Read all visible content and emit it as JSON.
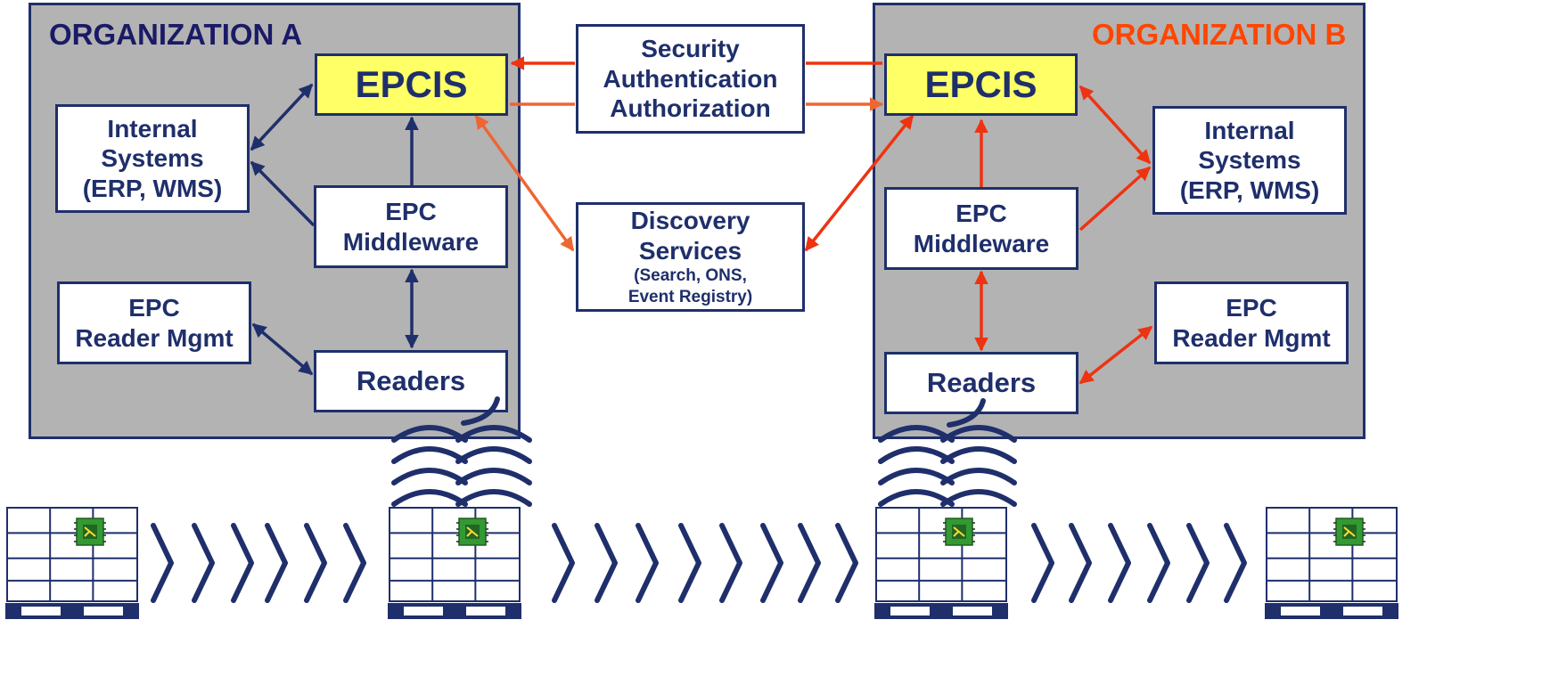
{
  "orgA": {
    "title": "ORGANIZATION A",
    "title_color": "#1a1a66",
    "epcis": "EPCIS",
    "internal": [
      "Internal",
      "Systems",
      "(ERP, WMS)"
    ],
    "middleware": [
      "EPC",
      "Middleware"
    ],
    "reader_mgmt": [
      "EPC",
      "Reader Mgmt"
    ],
    "readers": "Readers",
    "arrow_color": "#1f2f6b"
  },
  "orgB": {
    "title": "ORGANIZATION B",
    "title_color": "#ff4500",
    "epcis": "EPCIS",
    "internal": [
      "Internal",
      "Systems",
      "(ERP, WMS)"
    ],
    "middleware": [
      "EPC",
      "Middleware"
    ],
    "reader_mgmt": [
      "EPC",
      "Reader Mgmt"
    ],
    "readers": "Readers",
    "arrow_color": "#ee3311"
  },
  "shared": {
    "security": [
      "Security",
      "Authentication",
      "Authorization"
    ],
    "discovery": [
      "Discovery",
      "Services"
    ],
    "discovery_detail": [
      "(Search, ONS,",
      "Event Registry)"
    ],
    "link_color": "#ee6633"
  },
  "colors": {
    "org_fill": "#b3b3b3",
    "border": "#1f2f6b",
    "epcis_fill": "#ffff66",
    "chip_green": "#339933"
  },
  "icons": {
    "pallet": "pallet-with-rfid-tag-icon",
    "chevron": "chevron-right-icon",
    "waves": "radio-waves-icon"
  }
}
